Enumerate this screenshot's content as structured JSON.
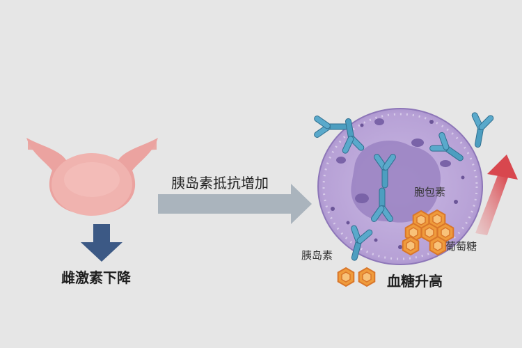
{
  "labels": {
    "insulin_resistance_up": "胰岛素抵抗增加",
    "estrogen_down": "雌激素下降",
    "insulin": "胰岛素",
    "vesicle": "胞包素",
    "glucose": "葡萄糖",
    "blood_sugar_up": "血糖升高"
  },
  "colors": {
    "background": "#e6e6e6",
    "uterus": "#eba3a0",
    "down_arrow": "#3c5985",
    "process_arrow": "#aab4bd",
    "cell_body": "#bca8d8",
    "nucleus": "#9a82c2",
    "antibody": "#4d9ec0",
    "glucose_hex": "#ef9b3c",
    "rise_arrow": "#d9585c"
  }
}
